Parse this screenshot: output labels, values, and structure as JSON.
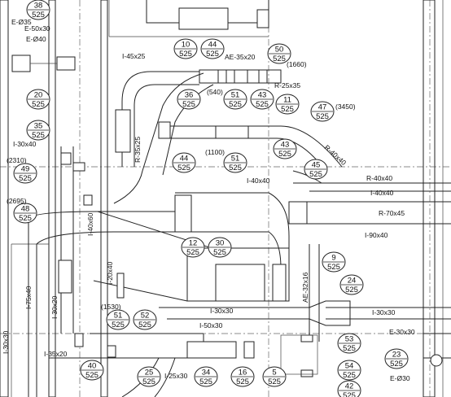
{
  "drawing": {
    "tags": [
      {
        "top": "38",
        "bottom": "525"
      },
      {
        "top": "20",
        "bottom": "525"
      },
      {
        "top": "35",
        "bottom": "525"
      },
      {
        "top": "49",
        "bottom": "525"
      },
      {
        "top": "48",
        "bottom": "525"
      },
      {
        "top": "10",
        "bottom": "525"
      },
      {
        "top": "44",
        "bottom": "525"
      },
      {
        "top": "50",
        "bottom": "525"
      },
      {
        "top": "36",
        "bottom": "525"
      },
      {
        "top": "51",
        "bottom": "525"
      },
      {
        "top": "43",
        "bottom": "525"
      },
      {
        "top": "11",
        "bottom": "525"
      },
      {
        "top": "47",
        "bottom": "525"
      },
      {
        "top": "44",
        "bottom": "525"
      },
      {
        "top": "51",
        "bottom": "525"
      },
      {
        "top": "43",
        "bottom": "525"
      },
      {
        "top": "45",
        "bottom": "525"
      },
      {
        "top": "12",
        "bottom": "525"
      },
      {
        "top": "30",
        "bottom": "525"
      },
      {
        "top": "9",
        "bottom": "525"
      },
      {
        "top": "24",
        "bottom": "525"
      },
      {
        "top": "51",
        "bottom": "525"
      },
      {
        "top": "52",
        "bottom": "525"
      },
      {
        "top": "40",
        "bottom": "525"
      },
      {
        "top": "25",
        "bottom": "525"
      },
      {
        "top": "34",
        "bottom": "525"
      },
      {
        "top": "16",
        "bottom": "525"
      },
      {
        "top": "5",
        "bottom": "525"
      },
      {
        "top": "53",
        "bottom": "525"
      },
      {
        "top": "54",
        "bottom": "525"
      },
      {
        "top": "42",
        "bottom": "525"
      },
      {
        "top": "23",
        "bottom": "525"
      }
    ],
    "labels": [
      "E-Ø35",
      "E-50x30",
      "E-Ø40",
      "I-45x25",
      "AE-35x20",
      "(1660)",
      "R-25x35",
      "(540)",
      "(3450)",
      "R-35x25",
      "(1100)",
      "R-40x40",
      "I-30x40",
      "(2310)",
      "I-40x40",
      "R-40x40",
      "I-40x40",
      "(2695)",
      "R-70x45",
      "I-40x60",
      "I-90x40",
      "I-20x40",
      "AE-32x16",
      "I-75x40",
      "(1530)",
      "I-30x30",
      "I-30x30",
      "I-50x30",
      "I-35x20",
      "I-30x30",
      "I-25x30",
      "E-30x30",
      "E-Ø30",
      "I-30x20"
    ]
  }
}
